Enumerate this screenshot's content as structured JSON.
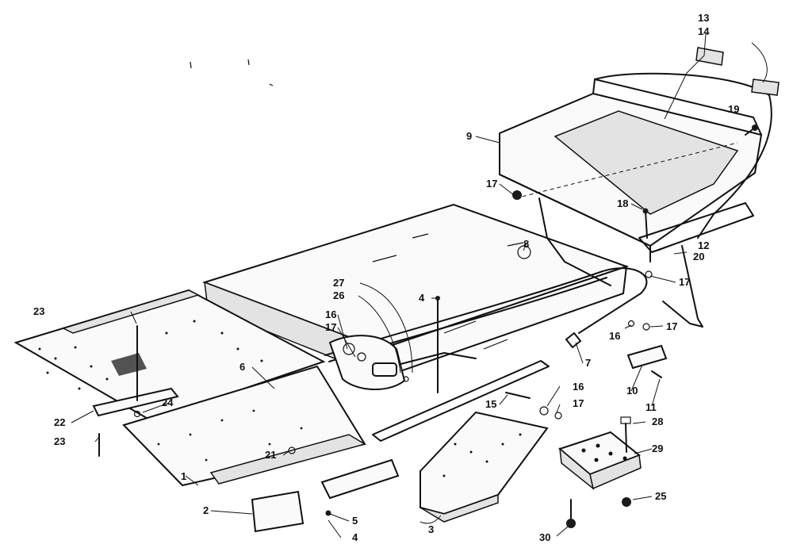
{
  "callouts": [
    {
      "id": "c13",
      "text": "13"
    },
    {
      "id": "c14",
      "text": "14"
    },
    {
      "id": "c19",
      "text": "19"
    },
    {
      "id": "c9",
      "text": "9"
    },
    {
      "id": "c17a",
      "text": "17"
    },
    {
      "id": "c18",
      "text": "18"
    },
    {
      "id": "c12",
      "text": "12"
    },
    {
      "id": "c20",
      "text": "20"
    },
    {
      "id": "c17b",
      "text": "17"
    },
    {
      "id": "c8",
      "text": "8"
    },
    {
      "id": "c27",
      "text": "27"
    },
    {
      "id": "c26",
      "text": "26"
    },
    {
      "id": "c4a",
      "text": "4"
    },
    {
      "id": "c16a",
      "text": "16"
    },
    {
      "id": "c17c",
      "text": "17"
    },
    {
      "id": "c16b",
      "text": "16"
    },
    {
      "id": "c17d",
      "text": "17"
    },
    {
      "id": "c23a",
      "text": "23"
    },
    {
      "id": "c6",
      "text": "6"
    },
    {
      "id": "c7",
      "text": "7"
    },
    {
      "id": "c10",
      "text": "10"
    },
    {
      "id": "c11",
      "text": "11"
    },
    {
      "id": "c15",
      "text": "15"
    },
    {
      "id": "c16c",
      "text": "16"
    },
    {
      "id": "c17e",
      "text": "17"
    },
    {
      "id": "c22",
      "text": "22"
    },
    {
      "id": "c24",
      "text": "24"
    },
    {
      "id": "c23b",
      "text": "23"
    },
    {
      "id": "c21",
      "text": "21"
    },
    {
      "id": "c28",
      "text": "28"
    },
    {
      "id": "c29",
      "text": "29"
    },
    {
      "id": "c1",
      "text": "1"
    },
    {
      "id": "c25",
      "text": "25"
    },
    {
      "id": "c2",
      "text": "2"
    },
    {
      "id": "c5",
      "text": "5"
    },
    {
      "id": "c4b",
      "text": "4"
    },
    {
      "id": "c3",
      "text": "3"
    },
    {
      "id": "c30",
      "text": "30"
    }
  ]
}
